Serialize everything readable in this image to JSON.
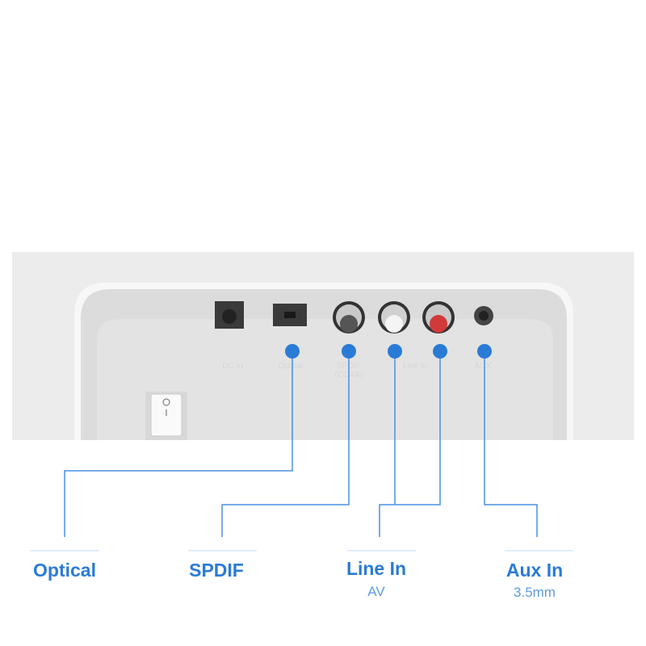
{
  "device_labels": {
    "dc_in": "DC In",
    "optical": "Optical",
    "spdif": "SPDIF",
    "coax": "(COAX)",
    "line_in": "Line In",
    "aux": "AUX"
  },
  "callouts": [
    {
      "label": "Optical",
      "sub": ""
    },
    {
      "label": "SPDIF",
      "sub": ""
    },
    {
      "label": "Line In",
      "sub": "AV"
    },
    {
      "label": "Aux In",
      "sub": "3.5mm"
    }
  ],
  "colors": {
    "accent": "#2a7bd6",
    "line": "#4a90e2"
  }
}
